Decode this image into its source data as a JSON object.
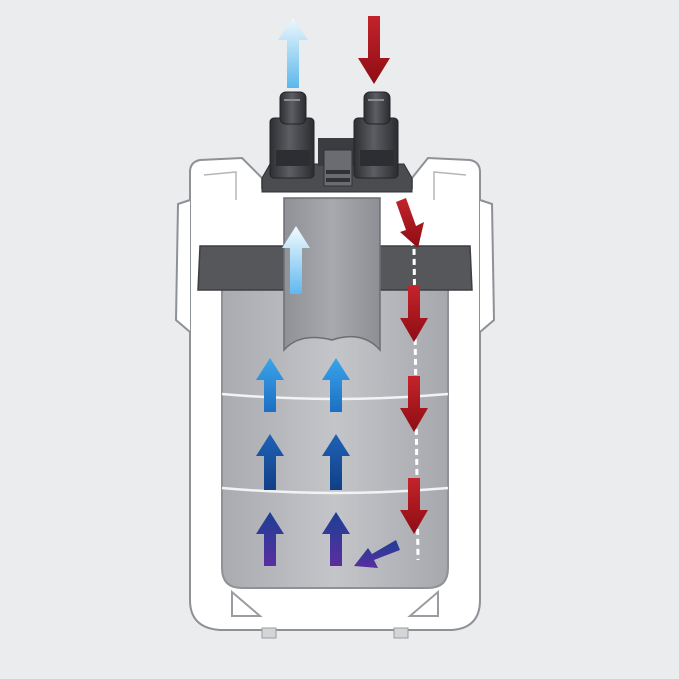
{
  "diagram": {
    "subject": "canister-filter-flow",
    "colors": {
      "background": "#ebecee",
      "shell": "#ffffff",
      "shell_outline": "#8e9196",
      "basket": "#b9bbbf",
      "basket_dark": "#a3a5aa",
      "lid_band": "#55575b",
      "valve": "#3f4145",
      "inflow_arrow": "#b3121b",
      "outflow_arrow_light": "#cfeaf8",
      "outflow_arrow_mid": "#2b8fd8",
      "outflow_arrow_deep": "#1c4f9c",
      "outflow_arrow_violet": "#4b2a96"
    },
    "flow": {
      "inflow": {
        "label": "",
        "color": "#b3121b",
        "direction": "down"
      },
      "outflow": {
        "label": "",
        "color": "#2b8fd8",
        "direction": "up"
      }
    },
    "stages": [
      {
        "name": "",
        "arrow_color": "#2b8fd8"
      },
      {
        "name": "",
        "arrow_color": "#1c4f9c"
      },
      {
        "name": "",
        "arrow_color": "#4b2a96"
      }
    ],
    "icons": [
      "inlet-valve-icon",
      "outlet-valve-icon",
      "intake-arrow-icon",
      "output-arrow-icon"
    ]
  }
}
